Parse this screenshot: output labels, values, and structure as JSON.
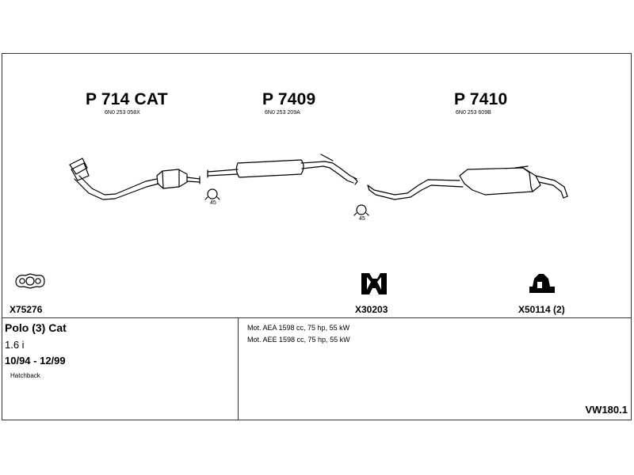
{
  "parts": [
    {
      "title": "P 714 CAT",
      "code": "6N0 253 058X"
    },
    {
      "title": "P 7409",
      "code": "6N0 253 209A"
    },
    {
      "title": "P 7410",
      "code": "6N0 253 609B"
    }
  ],
  "clamps": [
    {
      "angle": "45"
    },
    {
      "angle": "45"
    }
  ],
  "accessories": [
    {
      "label": "X75276"
    },
    {
      "label": "X30203"
    },
    {
      "label": "X50114 (2)"
    }
  ],
  "vehicle": {
    "model": "Polo (3) Cat",
    "engine": "1.6 i",
    "years": "10/94 - 12/99",
    "body": "Hatchback"
  },
  "motors": [
    "Mot. AEA 1598 cc, 75 hp, 55 kW",
    "Mot. AEE 1598 cc, 75 hp, 55 kW"
  ],
  "reference": "VW180.1"
}
